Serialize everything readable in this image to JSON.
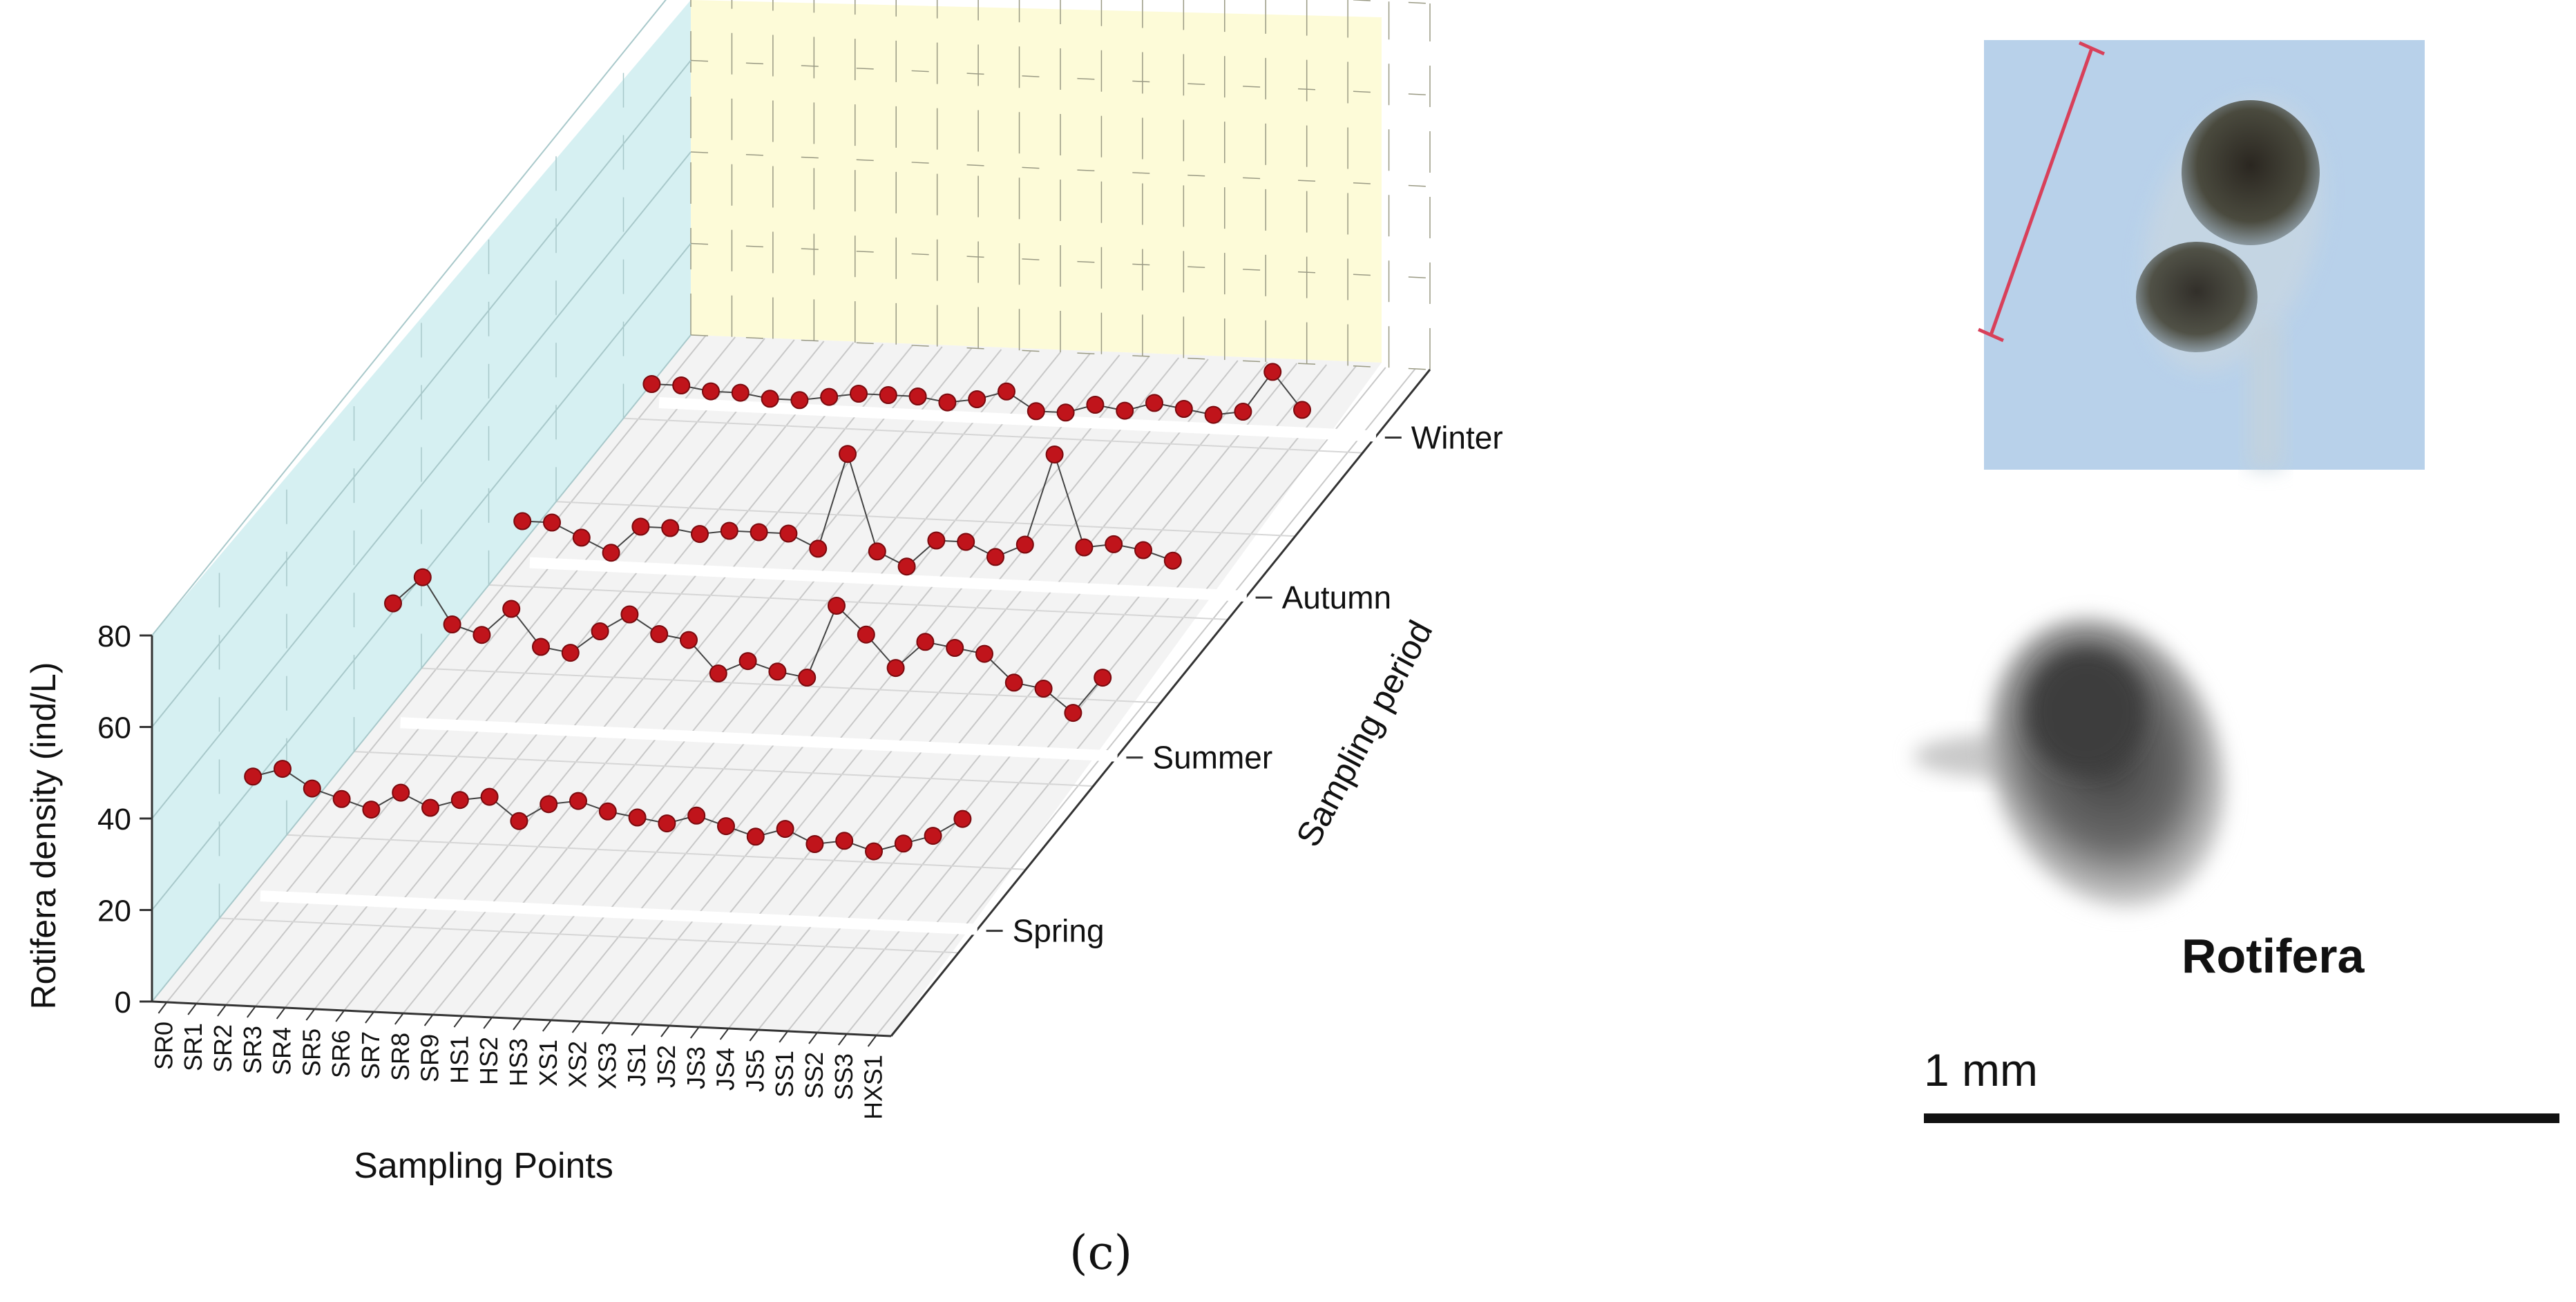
{
  "panel_label": "(c)",
  "colors": {
    "marker": "#c0141b",
    "left_wall": "#d6f0f2",
    "back_wall": "#fdfbd8",
    "floor": "#f3f3f3",
    "connector": "#444444"
  },
  "photo": {
    "taxon_label": "Rotifera",
    "scale_label": "1 mm"
  },
  "chart_data": {
    "type": "scatter",
    "subtype": "3d-line-scatter",
    "ylabel": "Rotifera density (ind/L)",
    "xlabel": "Sampling Points",
    "zlabel": "Sampling period",
    "zlim": [
      0,
      80
    ],
    "z_ticks": [
      0,
      20,
      40,
      60,
      80
    ],
    "grid": true,
    "categories": [
      "SR0",
      "SR1",
      "SR2",
      "SR3",
      "SR4",
      "SR5",
      "SR6",
      "SR7",
      "SR8",
      "SR9",
      "HS1",
      "HS2",
      "HS3",
      "XS1",
      "XS2",
      "XS3",
      "JS1",
      "JS2",
      "JS3",
      "JS4",
      "JS5",
      "SS1",
      "SS2",
      "SS3",
      "HXS1"
    ],
    "series": [
      {
        "name": "Spring",
        "values": [
          26,
          28,
          24,
          22,
          20,
          24,
          21,
          23,
          24,
          19,
          23,
          24,
          22,
          21,
          20,
          22,
          20,
          18,
          20,
          17,
          18,
          16,
          18,
          20,
          24
        ]
      },
      {
        "name": "Summer",
        "values": [
          26,
          32,
          22,
          20,
          26,
          18,
          17,
          22,
          26,
          22,
          21,
          14,
          17,
          15,
          14,
          30,
          24,
          17,
          23,
          22,
          21,
          15,
          14,
          9,
          17
        ]
      },
      {
        "name": "Autumn",
        "values": [
          9,
          9,
          6,
          3,
          9,
          9,
          8,
          9,
          9,
          9,
          6,
          27,
          6,
          3,
          9,
          9,
          6,
          9,
          29,
          9,
          10,
          9,
          7,
          null,
          null
        ]
      },
      {
        "name": "Winter",
        "values": [
          4,
          4,
          3,
          3,
          2,
          2,
          3,
          4,
          4,
          4,
          3,
          4,
          6,
          2,
          2,
          4,
          3,
          5,
          4,
          3,
          4,
          13,
          5,
          null,
          null
        ]
      }
    ]
  }
}
